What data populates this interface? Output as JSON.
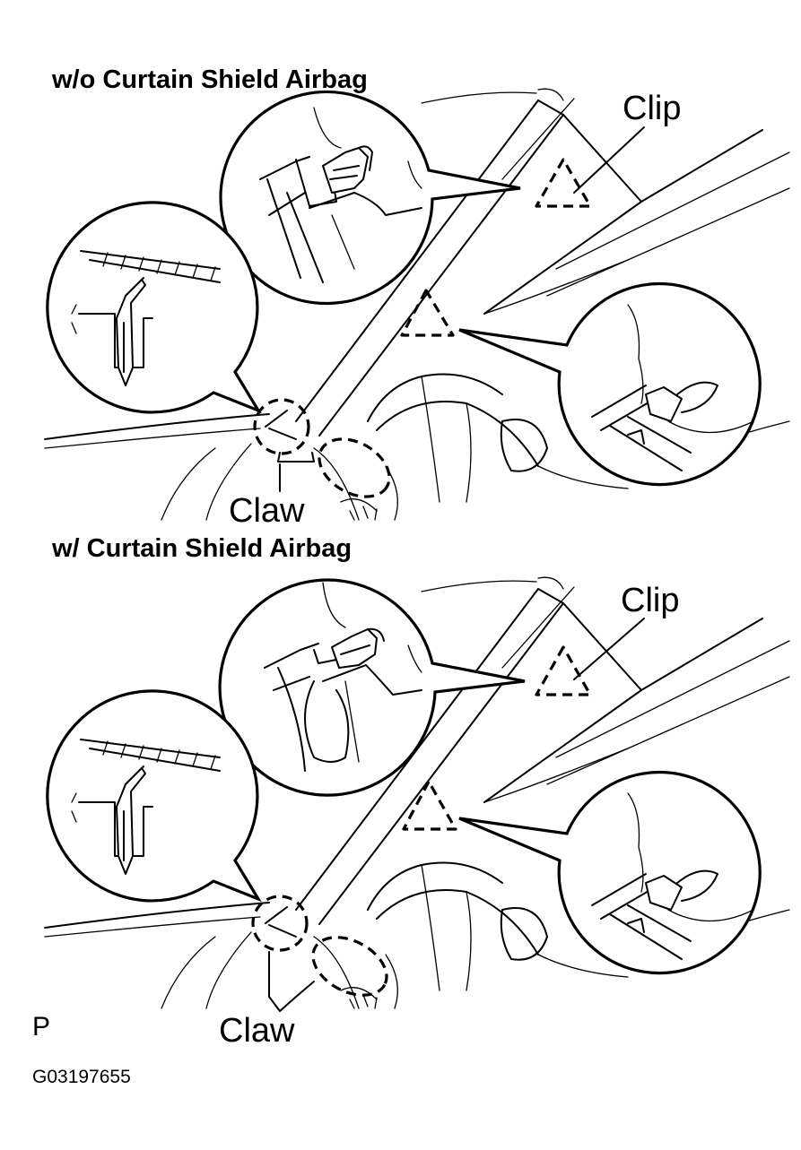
{
  "panels": [
    {
      "heading": "w/o Curtain Shield Airbag",
      "clip_label": "Clip",
      "claw_label": "Claw"
    },
    {
      "heading": "w/ Curtain Shield Airbag",
      "clip_label": "Clip",
      "claw_label": "Claw"
    }
  ],
  "footer": {
    "mark": "P",
    "figure_code": "G03197655"
  }
}
